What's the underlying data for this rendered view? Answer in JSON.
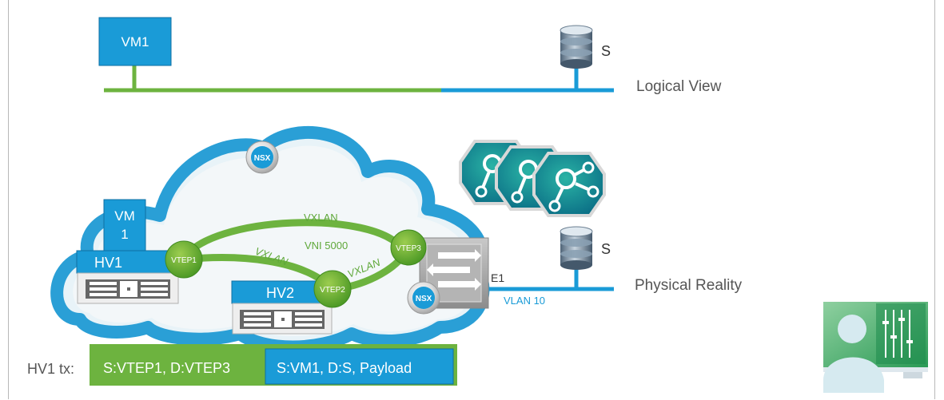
{
  "logical_view": {
    "title": "Logical View",
    "vm_label": "VM1",
    "storage_label": "S"
  },
  "physical_reality": {
    "title": "Physical Reality",
    "nsx_label": "NSX",
    "hosts": [
      {
        "label": "HV1",
        "vm_label_line1": "VM",
        "vm_label_line2": "1"
      },
      {
        "label": "HV2"
      }
    ],
    "vteps": [
      "VTEP1",
      "VTEP2",
      "VTEP3"
    ],
    "tunnel_labels": {
      "vxlan_top": "VXLAN",
      "vni": "VNI 5000",
      "vxlan_left": "VXLAN",
      "vxlan_right": "VXLAN"
    },
    "edge_label": "E1",
    "edge_nsx_label": "NSX",
    "vlan_label": "VLAN 10",
    "storage_label": "S"
  },
  "packet": {
    "prefix": "HV1 tx:",
    "outer_header": "S:VTEP1, D:VTEP3",
    "inner_header": "S:VM1, D:S, Payload"
  },
  "colors": {
    "green": "#6db33f",
    "blue": "#1a9bd7",
    "cloud_blue": "#2a9fd6",
    "gray_text": "#555555"
  }
}
